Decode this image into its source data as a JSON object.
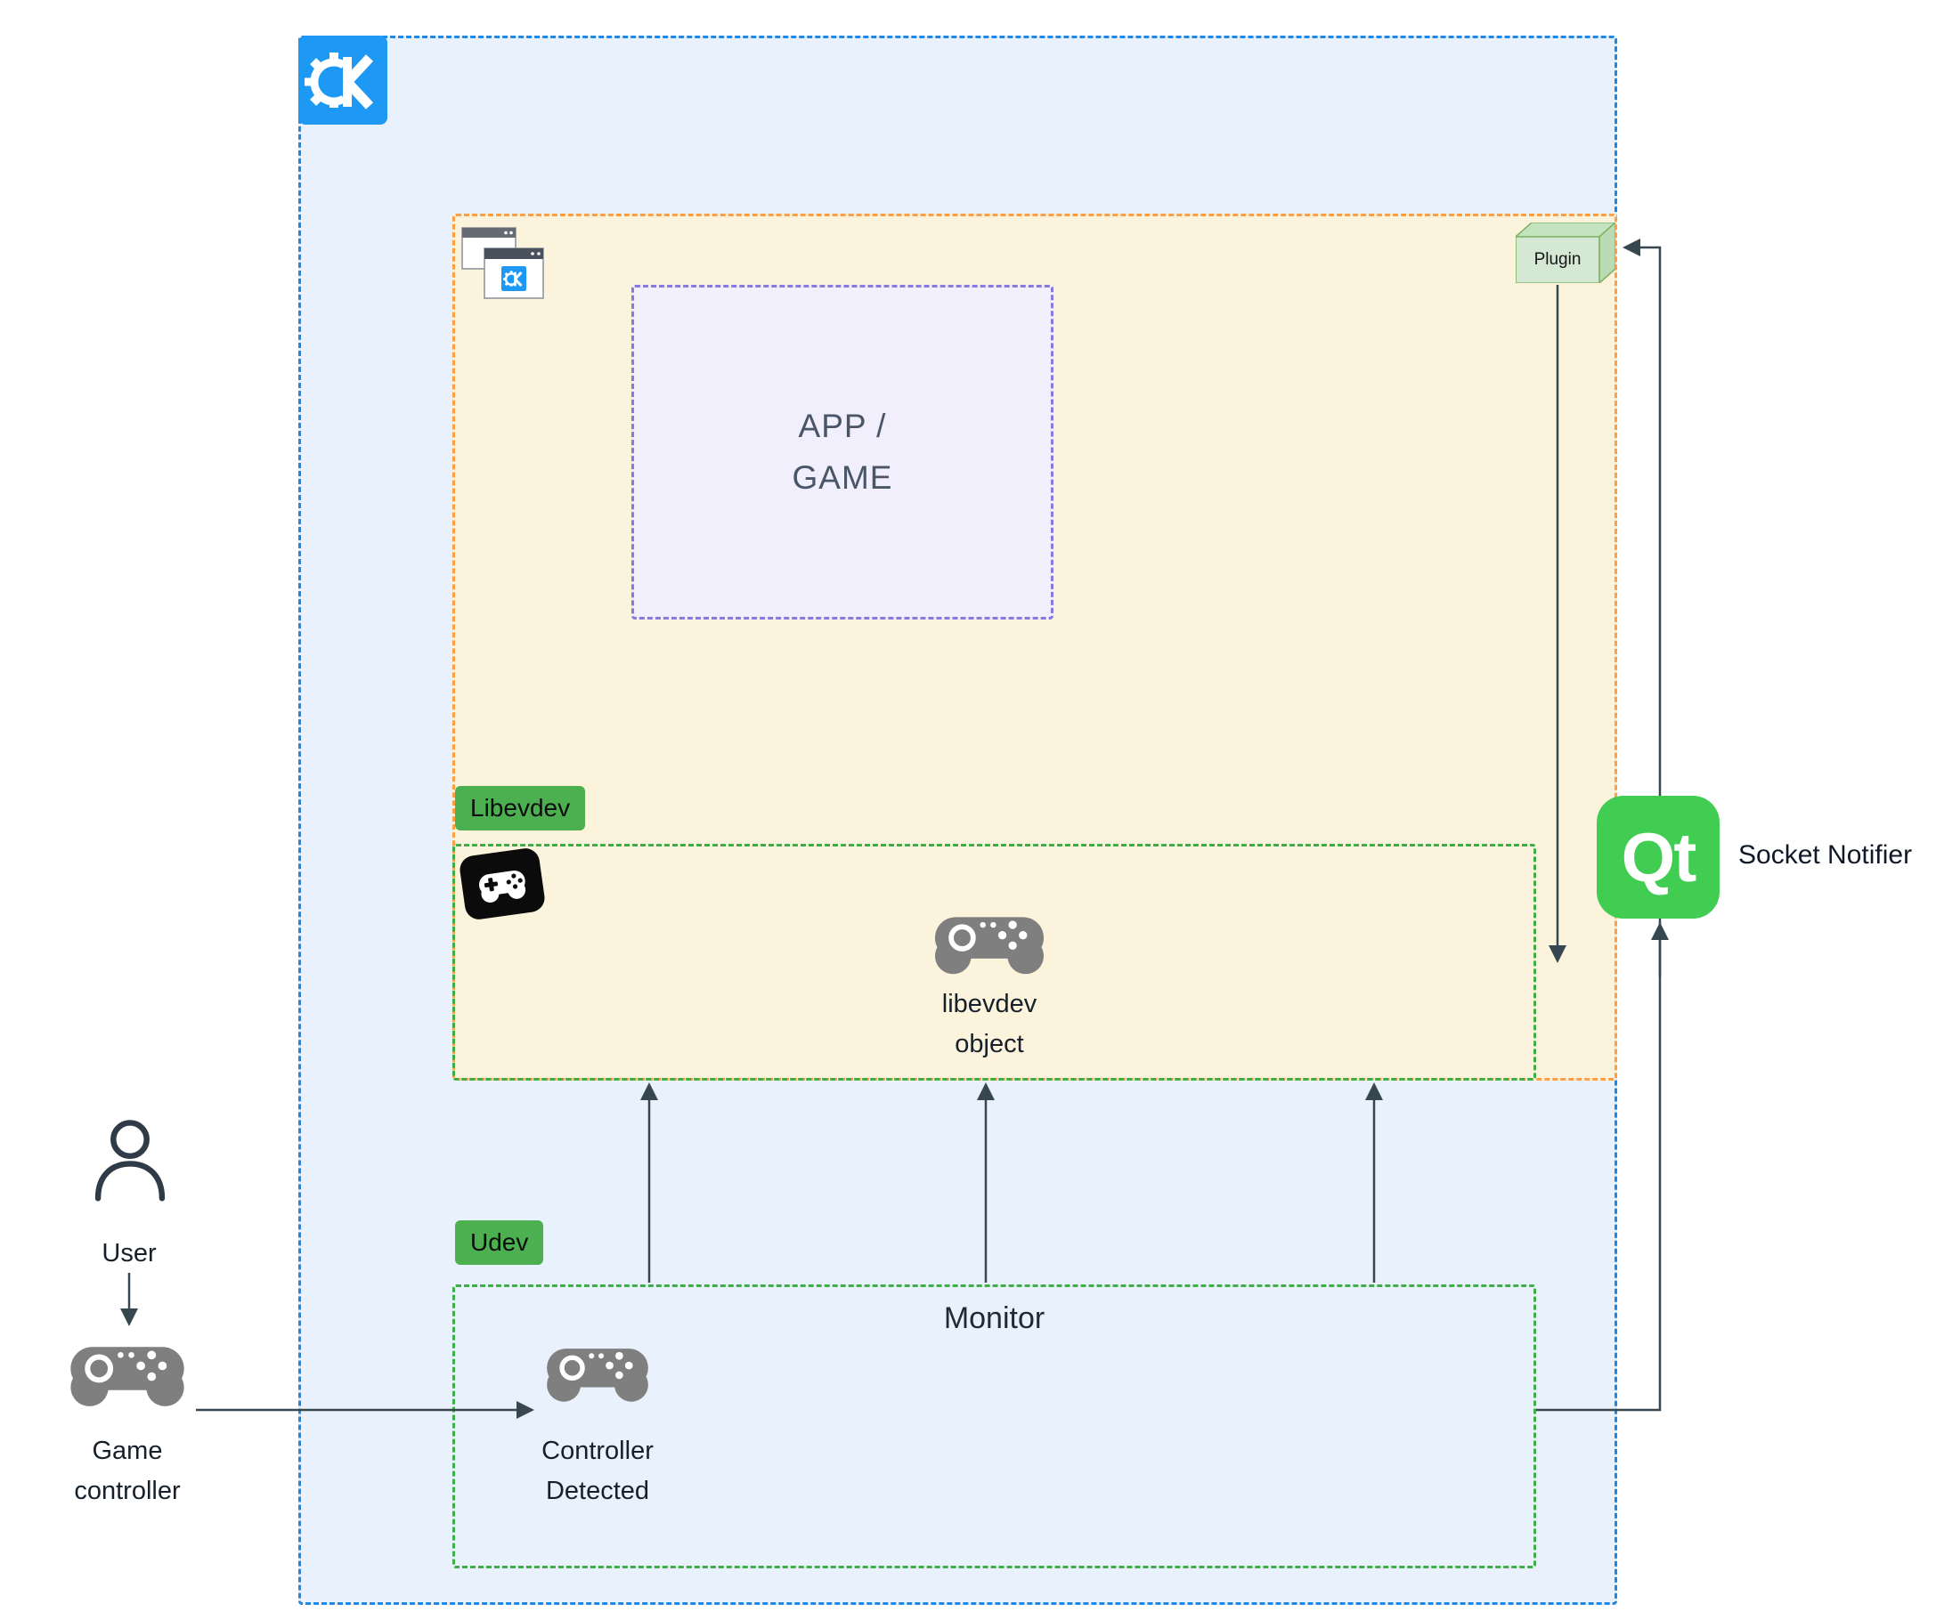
{
  "labels": {
    "app_game": [
      "APP /",
      "GAME"
    ],
    "plugin": "Plugin",
    "libevdev_tag": "Libevdev",
    "libevdev_object": [
      "libevdev",
      "object"
    ],
    "udev_tag": "Udev",
    "monitor": "Monitor",
    "user": "User",
    "game_controller": [
      "Game",
      "controller"
    ],
    "controller_detected": [
      "Controller",
      "Detected"
    ],
    "qt_logo": "Qt",
    "socket_notifier": "Socket Notifier"
  },
  "icons": {
    "kde_logo": "kde-gear-logo",
    "app_window": "application-window-icon",
    "plugin": "3d-box-plugin-icon",
    "libevdev_logo": "libevdev-black-gamepad-logo",
    "libevdev_object": "gamepad-icon",
    "controller_detected": "gamepad-icon",
    "game_controller": "gamepad-icon",
    "user": "person-icon",
    "qt": "qt-logo"
  },
  "colors": {
    "kde_blue": "#1d99f3",
    "qt_green": "#41cd52",
    "outer_border_blue": "#1e88e5",
    "outer_fill_blue": "#e9f2fc",
    "app_border_orange": "#ff9e42",
    "app_fill_cream": "#fcf3dc",
    "appgame_border_purple": "#8878e0",
    "appgame_fill_lavender": "#f1effb",
    "green_dashed_border": "#3fae49",
    "tag_green": "#4caf50",
    "plugin_fill": "#d5e8d4",
    "plugin_stroke": "#82b366",
    "icon_gray": "#7f7f7f",
    "arrow_dark": "#37474f"
  }
}
